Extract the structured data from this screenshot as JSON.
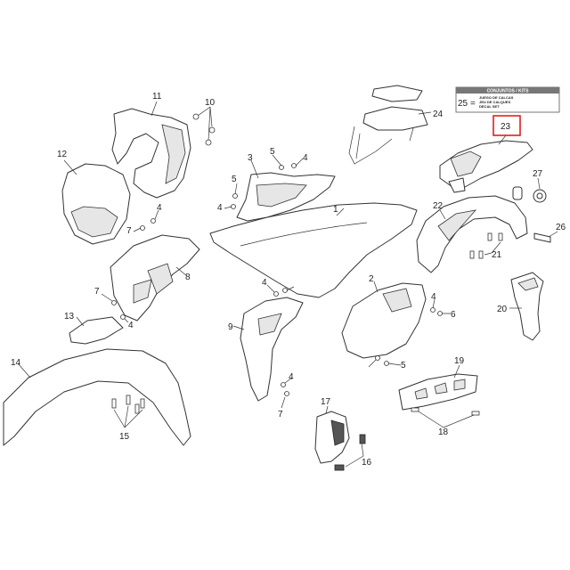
{
  "callouts": {
    "c1": "1",
    "c2": "2",
    "c3": "3",
    "c4a": "4",
    "c4b": "4",
    "c4c": "4",
    "c4d": "4",
    "c4e": "4",
    "c4f": "4",
    "c5a": "5",
    "c5b": "5",
    "c5c": "5",
    "c6": "6",
    "c7a": "7",
    "c7b": "7",
    "c7c": "7",
    "c8": "8",
    "c9": "9",
    "c10": "10",
    "c11": "11",
    "c12": "12",
    "c13": "13",
    "c14": "14",
    "c15": "15",
    "c16": "16",
    "c17": "17",
    "c18": "18",
    "c19": "19",
    "c20": "20",
    "c21": "21",
    "c22": "22",
    "c23": "23",
    "c24": "24",
    "c26": "26",
    "c27": "27"
  },
  "kits_box": {
    "header": "CONJUNTOS / KITS",
    "number": "25",
    "equals": "=",
    "items": [
      "JUEGO DE CALCAS",
      "JEU DE CALQUES",
      "DECAL SET"
    ]
  },
  "highlight": {
    "label": "23",
    "color": "#e0201b"
  }
}
